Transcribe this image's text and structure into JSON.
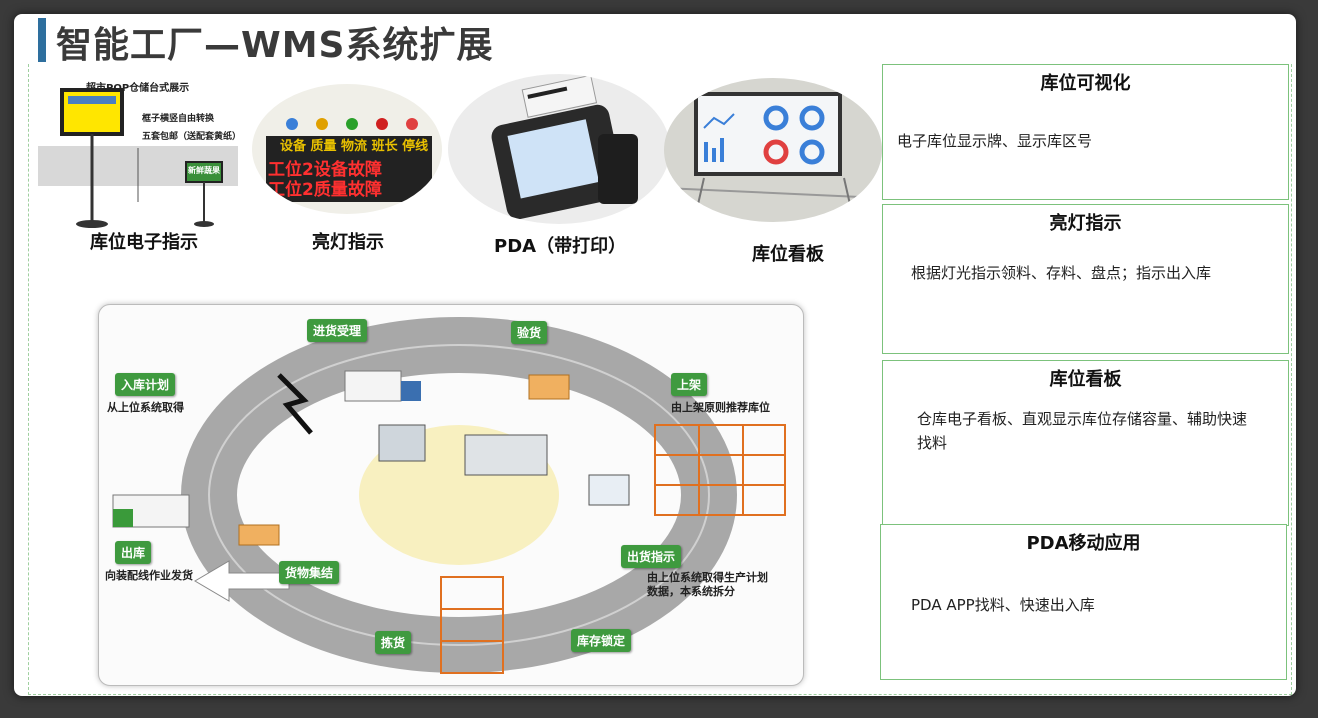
{
  "title": "智能工厂—WMS系统扩展",
  "images": [
    {
      "label": "库位电子指示",
      "sign_title": "超市POP仓储台式展示",
      "sign_line1": "框子横竖自由转换",
      "sign_line2": "五套包邮（送配套黄纸）",
      "sign_small": "新鲜蔬果"
    },
    {
      "label": "亮灯指示",
      "led_line1": "设备 质量 物流 班长 停线",
      "led_line2": "工位2设备故障",
      "led_line3": "工位2质量故障"
    },
    {
      "label": "PDA（带打印）"
    },
    {
      "label": "库位看板"
    }
  ],
  "diagram": {
    "nodes": [
      {
        "label": "进货受理"
      },
      {
        "label": "验货"
      },
      {
        "label": "入库计划",
        "desc": "从上位系统取得"
      },
      {
        "label": "上架",
        "desc": "由上架原则推荐库位"
      },
      {
        "label": "出库",
        "desc": "向装配线作业发货"
      },
      {
        "label": "货物集结"
      },
      {
        "label": "出货指示",
        "desc": "由上位系统取得生产计划数据，本系统拆分"
      },
      {
        "label": "拣货"
      },
      {
        "label": "库存锁定"
      }
    ]
  },
  "panels": [
    {
      "title": "库位可视化",
      "text": "电子库位显示牌、显示库区号"
    },
    {
      "title": "亮灯指示",
      "text": "根据灯光指示领料、存料、盘点；指示出入库"
    },
    {
      "title": "库位看板",
      "text": "仓库电子看板、直观显示库位存储容量、辅助快速找料"
    },
    {
      "title": "PDA移动应用",
      "text": "PDA APP找料、快速出入库"
    }
  ],
  "colors": {
    "accent": "#2e6f9e",
    "green": "#3f9a3f",
    "border": "#7cc27c"
  }
}
